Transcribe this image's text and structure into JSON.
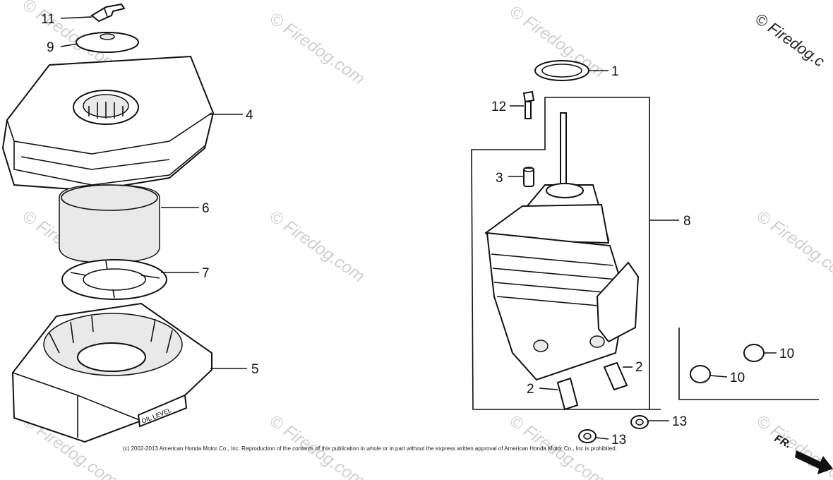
{
  "diagram": {
    "callouts": [
      "1",
      "2",
      "2",
      "3",
      "4",
      "5",
      "6",
      "7",
      "8",
      "9",
      "10",
      "10",
      "11",
      "12",
      "13",
      "13"
    ],
    "copyright": "(c) 2002-2013 American Honda Motor Co., Inc. Reproduction of the contents of this publication in whole or in part without the express written approval of American Honda Motor Co., Inc is prohibited.",
    "watermark": "© Firedog.com",
    "watermark_corner": "© Firedog.c",
    "direction_label": "FR.",
    "oil_level_label": "OIL LEVEL"
  }
}
